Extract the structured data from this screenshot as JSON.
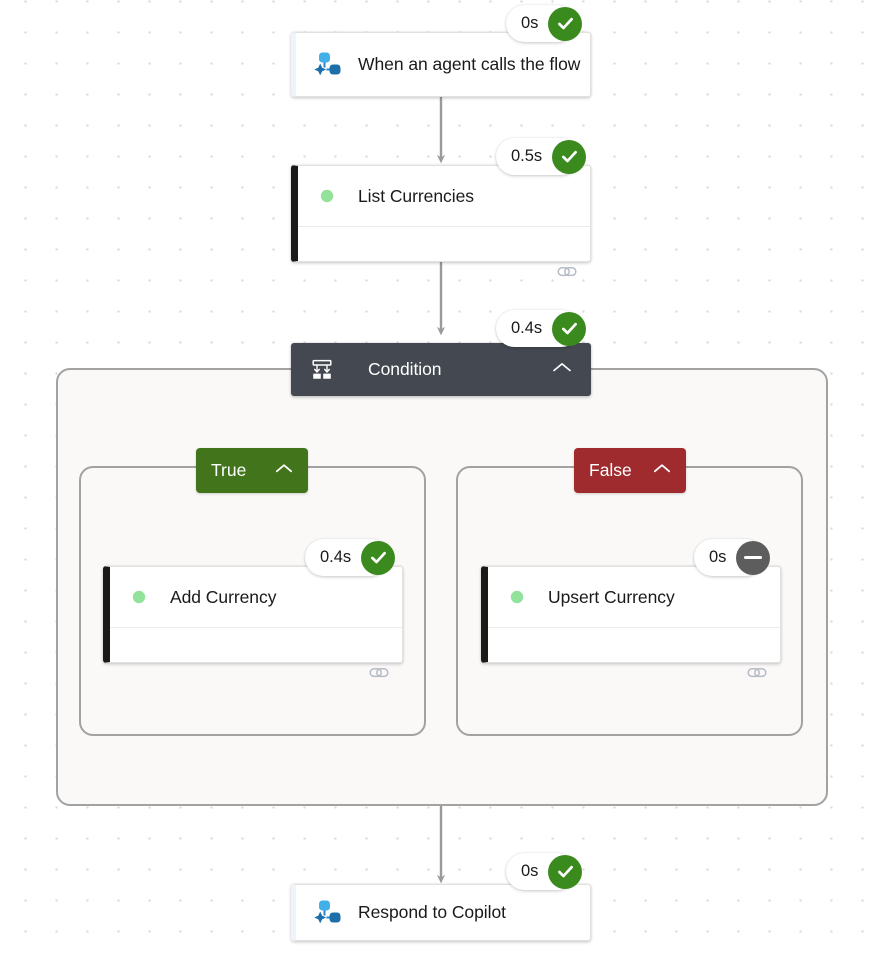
{
  "canvas": {
    "grid": "dot-grid",
    "background_color": "#ffffff",
    "dot_color": "#d9d6d3"
  },
  "colors": {
    "condition_header": "#434851",
    "branch_true": "#42751b",
    "branch_false": "#a02b2f",
    "status_succeeded": "#3a8a1e",
    "status_skipped": "#5d5d5d",
    "scope_background": "#faf9f8",
    "scope_border": "#a2a2a2",
    "connector_left_bar": "#1b1a19",
    "wire": "#979797"
  },
  "nodes": {
    "trigger": {
      "title": "When an agent calls the flow",
      "icon": "copilot-flow-icon",
      "badge": {
        "duration": "0s",
        "status": "succeeded",
        "status_icon": "check-icon"
      }
    },
    "list_currencies": {
      "title": "List Currencies",
      "icon": "dataverse-icon",
      "footer_icon": "link-icon",
      "badge": {
        "duration": "0.5s",
        "status": "succeeded",
        "status_icon": "check-icon"
      }
    },
    "condition": {
      "title": "Condition",
      "icon": "condition-branch-icon",
      "chevron": "chevron-up-icon",
      "badge": {
        "duration": "0.4s",
        "status": "succeeded",
        "status_icon": "check-icon"
      }
    },
    "branch_true": {
      "label": "True",
      "chevron": "chevron-up-icon"
    },
    "branch_false": {
      "label": "False",
      "chevron": "chevron-up-icon"
    },
    "add_currency": {
      "title": "Add Currency",
      "icon": "dataverse-icon",
      "footer_icon": "link-icon",
      "badge": {
        "duration": "0.4s",
        "status": "succeeded",
        "status_icon": "check-icon"
      }
    },
    "upsert_currency": {
      "title": "Upsert Currency",
      "icon": "dataverse-icon",
      "footer_icon": "link-icon",
      "badge": {
        "duration": "0s",
        "status": "skipped",
        "status_icon": "minus-icon"
      }
    },
    "respond": {
      "title": "Respond to Copilot",
      "icon": "copilot-flow-icon",
      "badge": {
        "duration": "0s",
        "status": "succeeded",
        "status_icon": "check-icon"
      }
    }
  }
}
